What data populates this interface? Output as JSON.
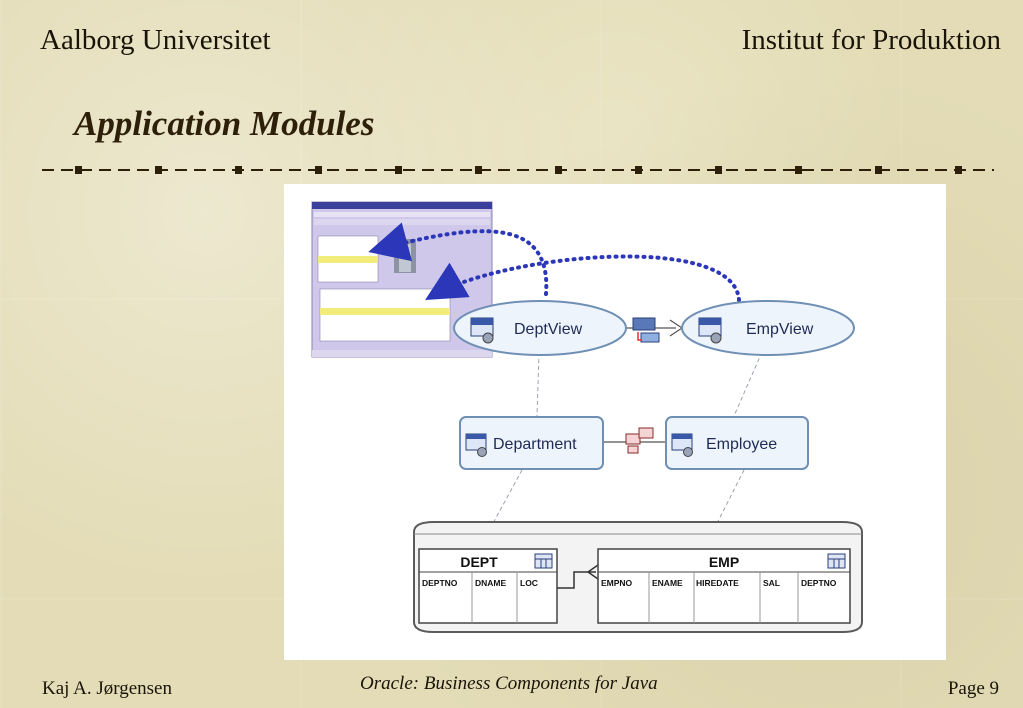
{
  "header": {
    "left": "Aalborg Universitet",
    "right": "Institut for Produktion"
  },
  "title": "Application Modules",
  "diagram": {
    "view_objects": [
      "DeptView",
      "EmpView"
    ],
    "entity_objects": [
      "Department",
      "Employee"
    ],
    "tables": [
      {
        "name": "DEPT",
        "columns": [
          "DEPTNO",
          "DNAME",
          "LOC"
        ]
      },
      {
        "name": "EMP",
        "columns": [
          "EMPNO",
          "ENAME",
          "HIREDATE",
          "SAL",
          "DEPTNO"
        ]
      }
    ],
    "icons": [
      "sql-view-icon",
      "entity-icon",
      "table-icon",
      "view-link-icon",
      "association-icon"
    ],
    "colors": {
      "accent": "#2b36b8",
      "node_fill": "#eef4fb",
      "node_border": "#6f8fb4",
      "app_window": "#cfc8ea"
    }
  },
  "footer": {
    "left": "Kaj A. Jørgensen",
    "center": "Oracle: Business Components for Java",
    "right": "Page 9"
  }
}
